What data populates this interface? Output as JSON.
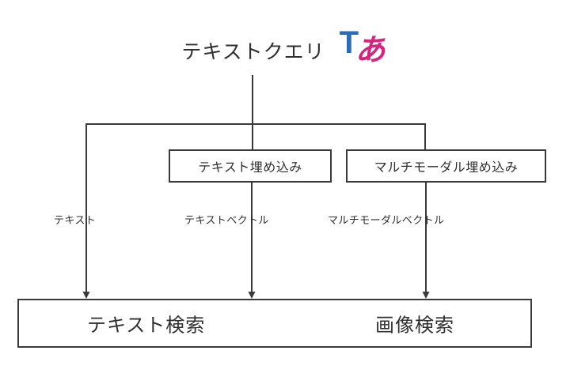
{
  "diagram": {
    "title_node": {
      "label": "テキストクエリ",
      "icon": {
        "name": "text-translate-icon",
        "latin_glyph": "T",
        "japanese_glyph": "あ",
        "latin_color": "#2a6cb5",
        "japanese_color": "#d6247f"
      }
    },
    "embedding_boxes": [
      {
        "id": "text-embedding",
        "label": "テキスト埋め込み"
      },
      {
        "id": "mm-embedding",
        "label": "マルチモーダル埋め込み"
      }
    ],
    "edge_labels": [
      {
        "id": "text",
        "label": "テキスト"
      },
      {
        "id": "text-vector",
        "label": "テキストベクトル"
      },
      {
        "id": "mm-vector",
        "label": "マルチモーダルベクトル"
      }
    ],
    "search_box": {
      "labels": [
        {
          "id": "text-search",
          "label": "テキスト検索"
        },
        {
          "id": "image-search",
          "label": "画像検索"
        }
      ]
    },
    "colors": {
      "stroke": "#3a3a3a",
      "text": "#2f2f2f",
      "background": "#ffffff"
    }
  }
}
